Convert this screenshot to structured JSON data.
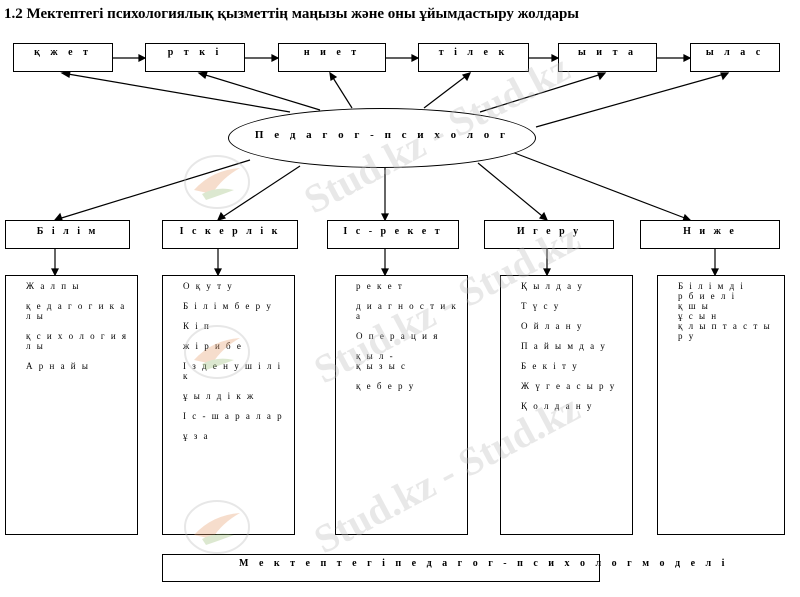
{
  "title": "1.2 Мектептегі психологиялық қызметтің маңызы және оны ұйымдастыру жолдары",
  "top_row": [
    {
      "label": "қ ж е т"
    },
    {
      "label": "р т к і"
    },
    {
      "label": "н и е т"
    },
    {
      "label": "т і л е к"
    },
    {
      "label": "ы и т а"
    },
    {
      "label": "ы л а с"
    }
  ],
  "center": {
    "label": "П е д а г о г - п с и х о л о г"
  },
  "mid_row": [
    {
      "label": "Б і л і м"
    },
    {
      "label": "І с к е р л і к"
    },
    {
      "label": "І с - р е к е т"
    },
    {
      "label": "И г е р у"
    },
    {
      "label": "Н и ж е"
    }
  ],
  "lists": [
    {
      "items": [
        "Ж а л п ы",
        "қ е д а г о г и к а л ы",
        "қ с и х о л о г и я л ы",
        "А р н а й ы"
      ]
    },
    {
      "items": [
        "О қ у т у",
        "Б і л і м   б е р у",
        "К і п",
        "ж і р и б е",
        "І з д е н у ш і л і к",
        "ұ ы л д і к  ж",
        "І с - ш а р а л а р",
        "ұ з а"
      ]
    },
    {
      "items": [
        "р е к е т",
        "д и а г н о с т и к а",
        "О п е р а ц и я",
        "қ ы л   -\nқ ы з ы с",
        "қ е   б е р у"
      ]
    },
    {
      "items": [
        "Қ ы л д а у",
        "Т ү с у",
        "О й л а н у",
        "П а й ы м д а у",
        "Б е к і т у",
        "Ж ү г е  а с ы р у",
        "Қ о л д а н у"
      ]
    },
    {
      "items": [
        "Б і л і м д і\nр б и е л і\nқ ш ы\nұ с ы н\nқ л ы п т а с т ы р у"
      ]
    }
  ],
  "footer": {
    "label": "М е к т е п т е г і   п е д а г о г - п с и х о л о г   м о д е л і"
  },
  "watermark": {
    "text": "Stud.kz - Stud.kz"
  }
}
